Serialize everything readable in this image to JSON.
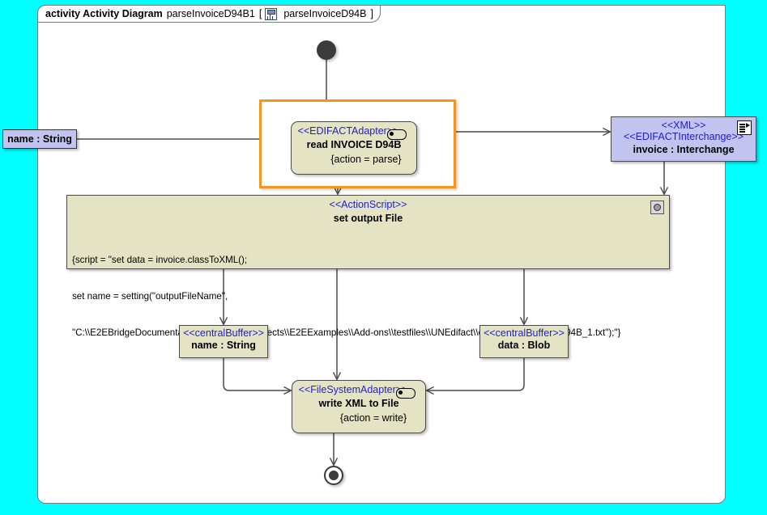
{
  "canvas": {
    "background_color": "#00ffff",
    "frame_background": "#ffffff"
  },
  "frame": {
    "keyword": "activity Activity Diagram",
    "name": "parseInvoiceD94B1",
    "bracket_open": "[",
    "icon": "diagram-icon",
    "qualifier": "parseInvoiceD94B",
    "bracket_close": "]"
  },
  "colors": {
    "action_fill": "#e4e4c5",
    "object_fill": "#c3c3f0",
    "stereotype_text": "#2020d0",
    "selection_border": "#f7941e",
    "node_border": "#4a4a4a",
    "edge": "#4a4a4a"
  },
  "nodes": {
    "initial": {
      "name": "initial-node"
    },
    "final": {
      "name": "activity-final-node"
    },
    "input_pin": {
      "label": "name : String"
    },
    "read_action": {
      "stereotype": "<<EDIFACTAdapter>>",
      "title": "read INVOICE D94B",
      "property": "{action = parse}",
      "icon": "adapter-pin-icon",
      "selected": true
    },
    "xml_object": {
      "stereotype1": "<<XML>>",
      "stereotype2": "<<EDIFACTInterchange>>",
      "title": "invoice : Interchange",
      "icon": "document-icon"
    },
    "action_script": {
      "stereotype": "<<ActionScript>>",
      "title": "set output File",
      "icon": "gear-icon",
      "script_line1": "{script = \"set data = invoice.classToXML();",
      "script_line2": "set name = setting(\"outputFileName\",",
      "script_line3": "\"C:\\\\E2EBridgeDocumentation\\\\E2EBuilderProjects\\\\E2EExamples\\\\Add-ons\\\\testfiles\\\\UNEdifact\\\\outputParseInvoiceD94B_1.txt\");\"}"
    },
    "buffer_name": {
      "stereotype": "<<centralBuffer>>",
      "title": "name : String"
    },
    "buffer_data": {
      "stereotype": "<<centralBuffer>>",
      "title": "data : Blob"
    },
    "write_action": {
      "stereotype": "<<FileSystemAdapter>>",
      "title": "write XML to File",
      "property": "{action = write}",
      "icon": "adapter-pin-icon"
    }
  },
  "edges": [
    {
      "from": "initial-node",
      "to": "read-action"
    },
    {
      "from": "input-pin-name",
      "to": "read-action"
    },
    {
      "from": "read-action",
      "to": "xml-object"
    },
    {
      "from": "read-action",
      "to": "action-script"
    },
    {
      "from": "xml-object",
      "to": "action-script"
    },
    {
      "from": "action-script",
      "to": "buffer-name"
    },
    {
      "from": "action-script",
      "to": "write-action"
    },
    {
      "from": "action-script",
      "to": "buffer-data"
    },
    {
      "from": "buffer-name",
      "to": "write-action"
    },
    {
      "from": "buffer-data",
      "to": "write-action"
    },
    {
      "from": "write-action",
      "to": "activity-final-node"
    }
  ]
}
